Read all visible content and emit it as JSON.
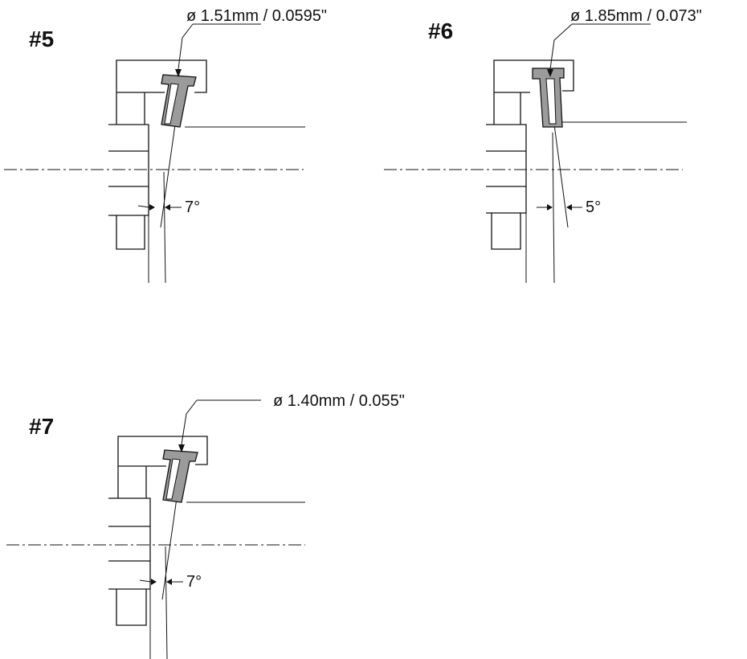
{
  "figures": [
    {
      "id": "fig-5",
      "number_label": "#5",
      "diameter_label": "ø 1.51mm / 0.0595\"",
      "angle_label": "7°",
      "angle_deg": 7
    },
    {
      "id": "fig-6",
      "number_label": "#6",
      "diameter_label": "ø 1.85mm / 0.073\"",
      "angle_label": "5°",
      "angle_deg": 5
    },
    {
      "id": "fig-7",
      "number_label": "#7",
      "diameter_label": "ø 1.40mm / 0.055\"",
      "angle_label": "7°",
      "angle_deg": 7
    }
  ],
  "colors": {
    "line": "#111111",
    "nozzle_fill": "#9b9b9b",
    "background": "#ffffff"
  }
}
